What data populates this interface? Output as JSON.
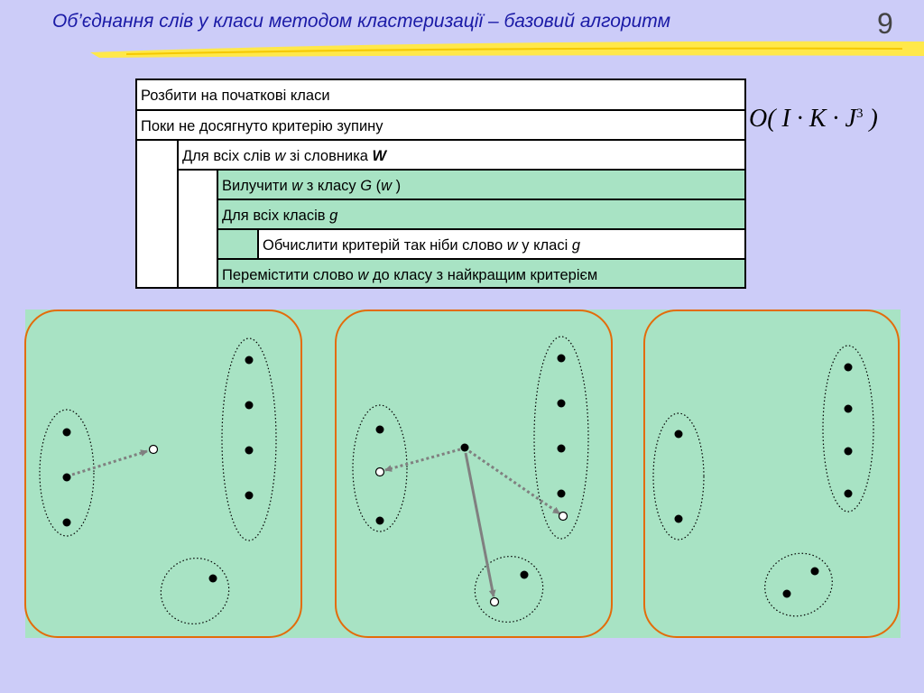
{
  "header": {
    "title": "Об’єднання слів у класи методом кластеризації – базовий алгоритм",
    "slide_number": "9"
  },
  "algorithm": {
    "step1": "Розбити на початкові класи",
    "step2": "Поки не досягнуто критерію зупину",
    "step3_a": "Для всіх слів ",
    "step3_w": "w",
    "step3_b": " зі словника ",
    "step3_W": "W",
    "step4_a": "Вилучити ",
    "step4_w": "w",
    "step4_b": " з класу ",
    "step4_G": "G",
    "step4_c": " (",
    "step4_w2": "w",
    "step4_d": " )",
    "step5_a": "Для всіх класів ",
    "step5_g": "g",
    "step6_a": "Обчислити критерій так ніби слово ",
    "step6_w": "w",
    "step6_b": " у класі ",
    "step6_g": "g",
    "step7_a": "Перемістити слово ",
    "step7_w": "w",
    "step7_b": " до класу з найкращим критерієм"
  },
  "complexity": {
    "text": "O( I · K · J",
    "exponent": "3",
    "close": " )"
  },
  "colors": {
    "background": "#ccccf8",
    "title": "#1a1aa6",
    "panel": "#a8e3c4",
    "frame": "#e36c0a",
    "arrow": "#808080",
    "swoosh": "#ffe84a"
  }
}
